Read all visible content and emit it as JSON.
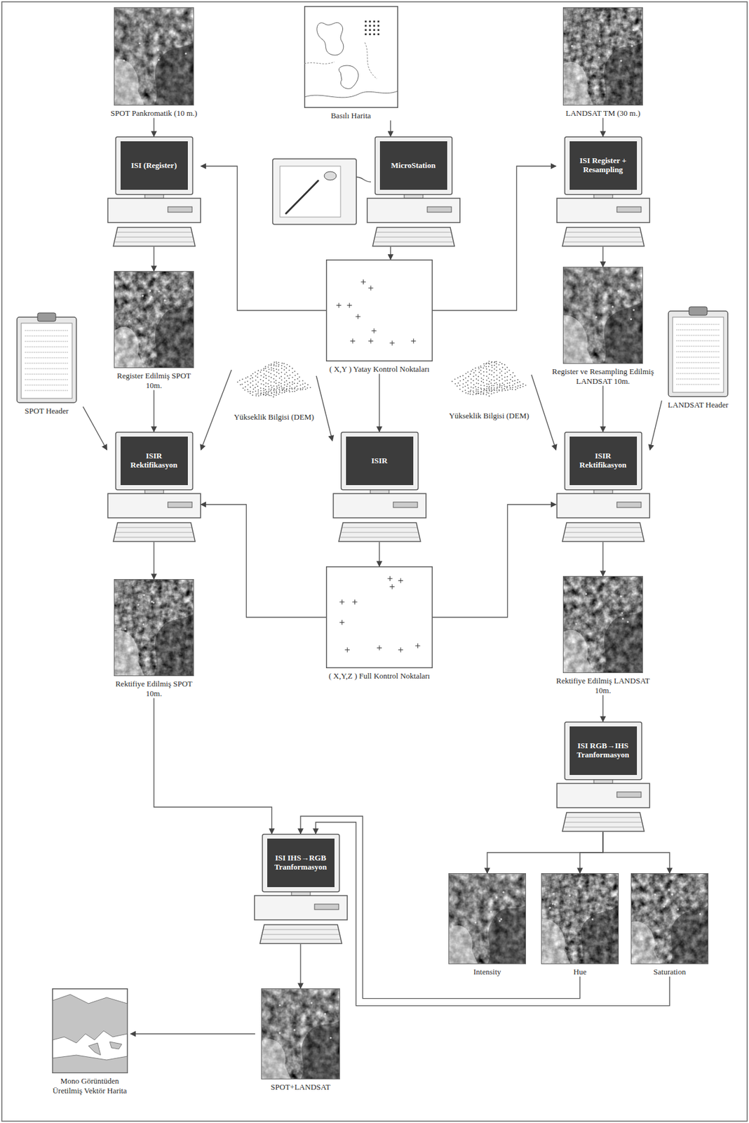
{
  "diagram": {
    "nodes": [
      {
        "text": [
          "SPOT Pankromatik (10 m.)"
        ]
      },
      {
        "text": [
          "Basılı Harita"
        ]
      },
      {
        "text": [
          "LANDSAT TM (30 m.)"
        ]
      },
      {
        "text": [
          "ISI (Register)"
        ]
      },
      {
        "text": [
          "MicroStation"
        ]
      },
      {
        "text": [
          "ISI Register + Resampling"
        ]
      },
      {
        "text": [
          "Register Edilmiş SPOT 10m."
        ]
      },
      {
        "text": [
          "( X,Y ) Yatay Kontrol Noktaları"
        ]
      },
      {
        "text": [
          "Register ve Resampling Edilmiş LANDSAT 10m."
        ]
      },
      {
        "text": [
          "SPOT Header"
        ]
      },
      {
        "text": [
          "Yükseklik Bilgisi (DEM)"
        ]
      },
      {
        "text": [
          "Yükseklik Bilgisi (DEM)"
        ]
      },
      {
        "text": [
          "LANDSAT Header"
        ]
      },
      {
        "text": [
          "ISIR Rektifikasyon"
        ]
      },
      {
        "text": [
          "ISIR"
        ]
      },
      {
        "text": [
          "ISIR Rektifikasyon"
        ]
      },
      {
        "text": [
          "Rektifiye Edilmiş SPOT 10m."
        ]
      },
      {
        "text": [
          "( X,Y,Z ) Full Kontrol Noktaları"
        ]
      },
      {
        "text": [
          "Rektifiye Edilmiş LANDSAT 10m."
        ]
      },
      {
        "text": [
          "ISI RGB→IHS Tranformasyon"
        ]
      },
      {
        "text": [
          "Intensity"
        ]
      },
      {
        "text": [
          "Hue"
        ]
      },
      {
        "text": [
          "Saturation"
        ]
      },
      {
        "text": [
          "ISI IHS→RGB Tranformasyon"
        ]
      },
      {
        "text": [
          "Mono Görüntüden Üretilmiş Vektör Harita"
        ]
      },
      {
        "text": [
          "SPOT+LANDSAT"
        ]
      }
    ],
    "edges": [
      {
        "from": 0,
        "to": 3,
        "arrow": "to"
      },
      {
        "from": 1,
        "to": 4,
        "arrow": "to"
      },
      {
        "from": 4,
        "to": 7,
        "arrow": "to"
      },
      {
        "from": 7,
        "to": 3,
        "arrow": "to"
      },
      {
        "from": 7,
        "to": 5,
        "arrow": "to"
      },
      {
        "from": 2,
        "to": 5,
        "arrow": "to"
      },
      {
        "from": 3,
        "to": 6,
        "arrow": "to"
      },
      {
        "from": 5,
        "to": 8,
        "arrow": "to"
      },
      {
        "from": 6,
        "to": 13,
        "arrow": "to"
      },
      {
        "from": 9,
        "to": 13,
        "arrow": "to"
      },
      {
        "from": 10,
        "to": 13,
        "arrow": "to"
      },
      {
        "from": 10,
        "to": 14,
        "arrow": "to"
      },
      {
        "from": 7,
        "to": 14,
        "arrow": "to"
      },
      {
        "from": 11,
        "to": 15,
        "arrow": "to"
      },
      {
        "from": 8,
        "to": 15,
        "arrow": "to"
      },
      {
        "from": 12,
        "to": 15,
        "arrow": "to"
      },
      {
        "from": 14,
        "to": 17,
        "arrow": "to"
      },
      {
        "from": 17,
        "to": 13,
        "arrow": "to"
      },
      {
        "from": 17,
        "to": 15,
        "arrow": "to"
      },
      {
        "from": 13,
        "to": 16,
        "arrow": "to"
      },
      {
        "from": 15,
        "to": 18,
        "arrow": "to"
      },
      {
        "from": 18,
        "to": 19,
        "arrow": "to"
      },
      {
        "from": 19,
        "to": 20,
        "arrow": "to"
      },
      {
        "from": 19,
        "to": 21,
        "arrow": "to"
      },
      {
        "from": 19,
        "to": 22,
        "arrow": "to"
      },
      {
        "from": 16,
        "to": 23,
        "arrow": "to"
      },
      {
        "from": 21,
        "to": 23,
        "arrow": "to"
      },
      {
        "from": 22,
        "to": 23,
        "arrow": "to"
      },
      {
        "from": 23,
        "to": 25,
        "arrow": "to"
      },
      {
        "from": 25,
        "to": 24,
        "arrow": "to"
      }
    ]
  }
}
